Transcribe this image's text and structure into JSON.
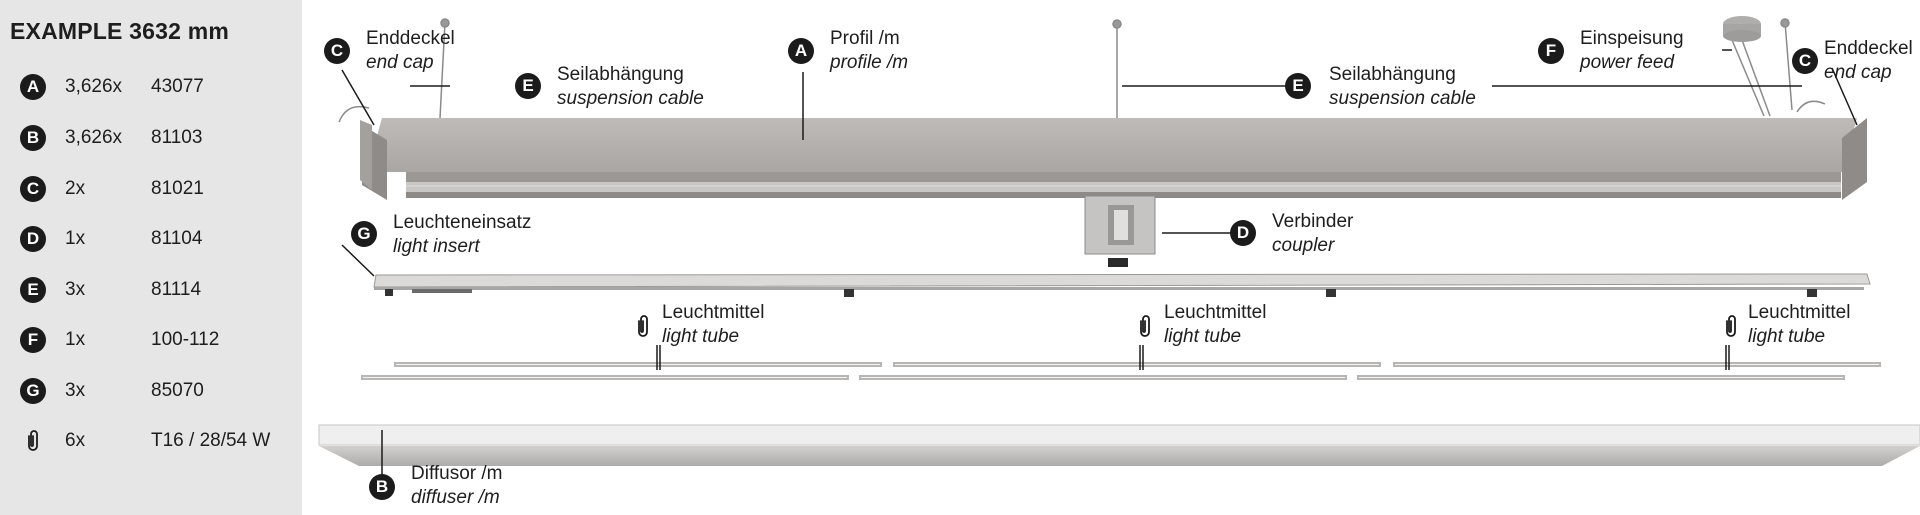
{
  "parts_list": {
    "title": "EXAMPLE 3632 mm",
    "items": [
      {
        "badge": "A",
        "qty": "3,626x",
        "code": "43077"
      },
      {
        "badge": "B",
        "qty": "3,626x",
        "code": "81103"
      },
      {
        "badge": "C",
        "qty": "2x",
        "code": "81021"
      },
      {
        "badge": "D",
        "qty": "1x",
        "code": "81104"
      },
      {
        "badge": "E",
        "qty": "3x",
        "code": "81114"
      },
      {
        "badge": "F",
        "qty": "1x",
        "code": "100-112"
      },
      {
        "badge": "G",
        "qty": "3x",
        "code": "85070"
      },
      {
        "badge": "",
        "icon": "light-tube-clip-icon",
        "qty": "6x",
        "code": "T16 / 28/54 W"
      }
    ]
  },
  "callouts": {
    "end_cap_left": {
      "badge": "C",
      "de": "Enddeckel",
      "en": "end cap"
    },
    "suspension_left": {
      "badge": "E",
      "de": "Seilabhängung",
      "en": "suspension cable"
    },
    "profile": {
      "badge": "A",
      "de": "Profil /m",
      "en": "profile /m"
    },
    "suspension_right": {
      "badge": "E",
      "de": "Seilabhängung",
      "en": "suspension cable"
    },
    "power_feed": {
      "badge": "F",
      "de": "Einspeisung",
      "en": "power feed"
    },
    "end_cap_right": {
      "badge": "C",
      "de": "Enddeckel",
      "en": "end cap"
    },
    "light_insert": {
      "badge": "G",
      "de": "Leuchteneinsatz",
      "en": "light insert"
    },
    "coupler": {
      "badge": "D",
      "de": "Verbinder",
      "en": "coupler"
    },
    "light_tube_1": {
      "de": "Leuchtmittel",
      "en": "light tube"
    },
    "light_tube_2": {
      "de": "Leuchtmittel",
      "en": "light tube"
    },
    "light_tube_3": {
      "de": "Leuchtmittel",
      "en": "light tube"
    },
    "diffuser": {
      "badge": "B",
      "de": "Diffusor /m",
      "en": "diffuser /m"
    }
  },
  "colors": {
    "badge": "#1b1b1b",
    "panel": "#e6e6e6",
    "profile": "#b9b6b3",
    "profile_dark": "#8f8c89",
    "diffuser": "#c4c2c0"
  }
}
